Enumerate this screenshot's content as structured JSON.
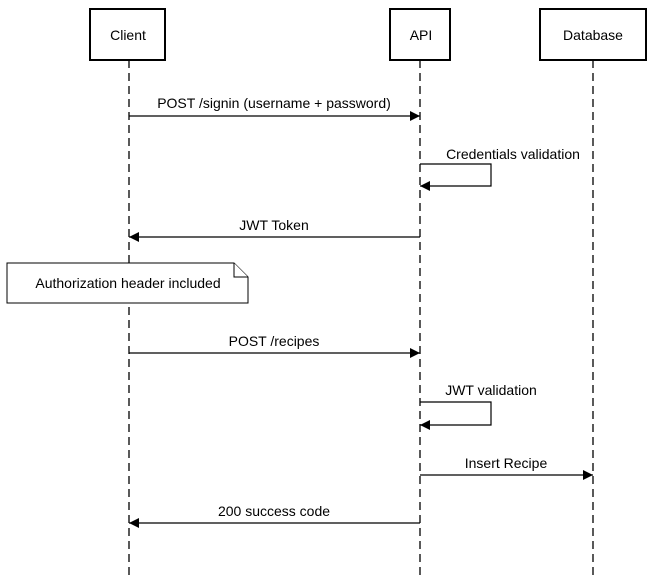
{
  "participants": [
    {
      "id": "client",
      "label": "Client"
    },
    {
      "id": "api",
      "label": "API"
    },
    {
      "id": "database",
      "label": "Database"
    }
  ],
  "messages": [
    {
      "from": "client",
      "to": "api",
      "label": "POST /signin (username + password)"
    },
    {
      "from": "api",
      "to": "api",
      "label": "Credentials validation"
    },
    {
      "from": "api",
      "to": "client",
      "label": "JWT Token"
    },
    {
      "from": "api",
      "to": "client",
      "label": "200 success code"
    },
    {
      "from": "client",
      "to": "api",
      "label": "POST /recipes"
    },
    {
      "from": "api",
      "to": "api",
      "label": "JWT validation"
    },
    {
      "from": "api",
      "to": "database",
      "label": "Insert Recipe"
    }
  ],
  "note": {
    "label": "Authorization header included"
  }
}
